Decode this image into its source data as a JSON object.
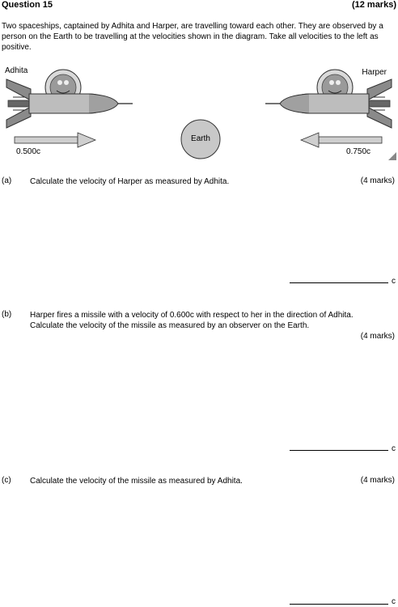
{
  "header": {
    "question_title": "Question 15",
    "total_marks": "(12 marks)"
  },
  "intro_text": "Two spaceships, captained by Adhita and Harper, are travelling toward each other. They are observed by a person on the Earth to be travelling at the velocities shown in the diagram. Take all velocities to the left as positive.",
  "diagram": {
    "left_ship_label": "Adhita",
    "right_ship_label": "Harper",
    "earth_label": "Earth",
    "left_velocity": "0.500c",
    "right_velocity": "0.750c"
  },
  "parts": [
    {
      "letter": "(a)",
      "text": "Calculate the velocity of Harper as measured by Adhita.",
      "marks": "(4 marks)",
      "unit": "c"
    },
    {
      "letter": "(b)",
      "text": "Harper fires a missile with a velocity of 0.600c with respect to her in the direction of Adhita. Calculate the velocity of the missile as measured by an observer on the Earth.",
      "marks": "(4 marks)",
      "unit": "c"
    },
    {
      "letter": "(c)",
      "text": "Calculate the velocity of the missile as measured by Adhita.",
      "marks": "(4 marks)",
      "unit": "c"
    }
  ]
}
